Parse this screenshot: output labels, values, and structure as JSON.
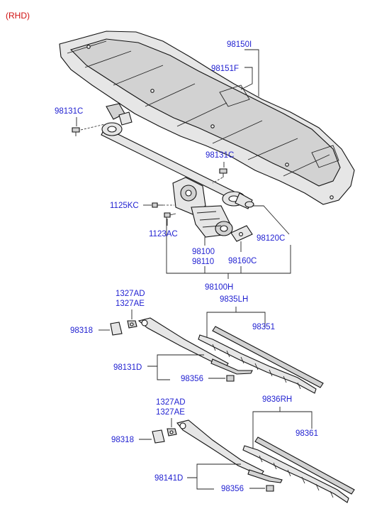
{
  "header": {
    "variant": "(RHD)"
  },
  "labels": {
    "cowl_panel": "98150I",
    "cowl_cover": "98151F",
    "bolt_upper_left": "98131C",
    "bolt_upper_right": "98131C",
    "bolt_1125": "1125KC",
    "bolt_1123": "1123AC",
    "linkage": "98120C",
    "motor_a": "98100",
    "motor_b": "98110",
    "crank": "98160C",
    "motor_assy": "98100H",
    "nut_lh_a": "1327AD",
    "nut_lh_b": "1327AE",
    "cap_lh": "98318",
    "blade_lh_assy": "9835LH",
    "blade_lh": "98351",
    "arm_lh": "98131D",
    "clip_lh": "98356",
    "nut_rh_a": "1327AD",
    "nut_rh_b": "1327AE",
    "cap_rh": "98318",
    "blade_rh_assy": "9836RH",
    "blade_rh": "98361",
    "arm_rh": "98141D",
    "clip_rh": "98356"
  }
}
